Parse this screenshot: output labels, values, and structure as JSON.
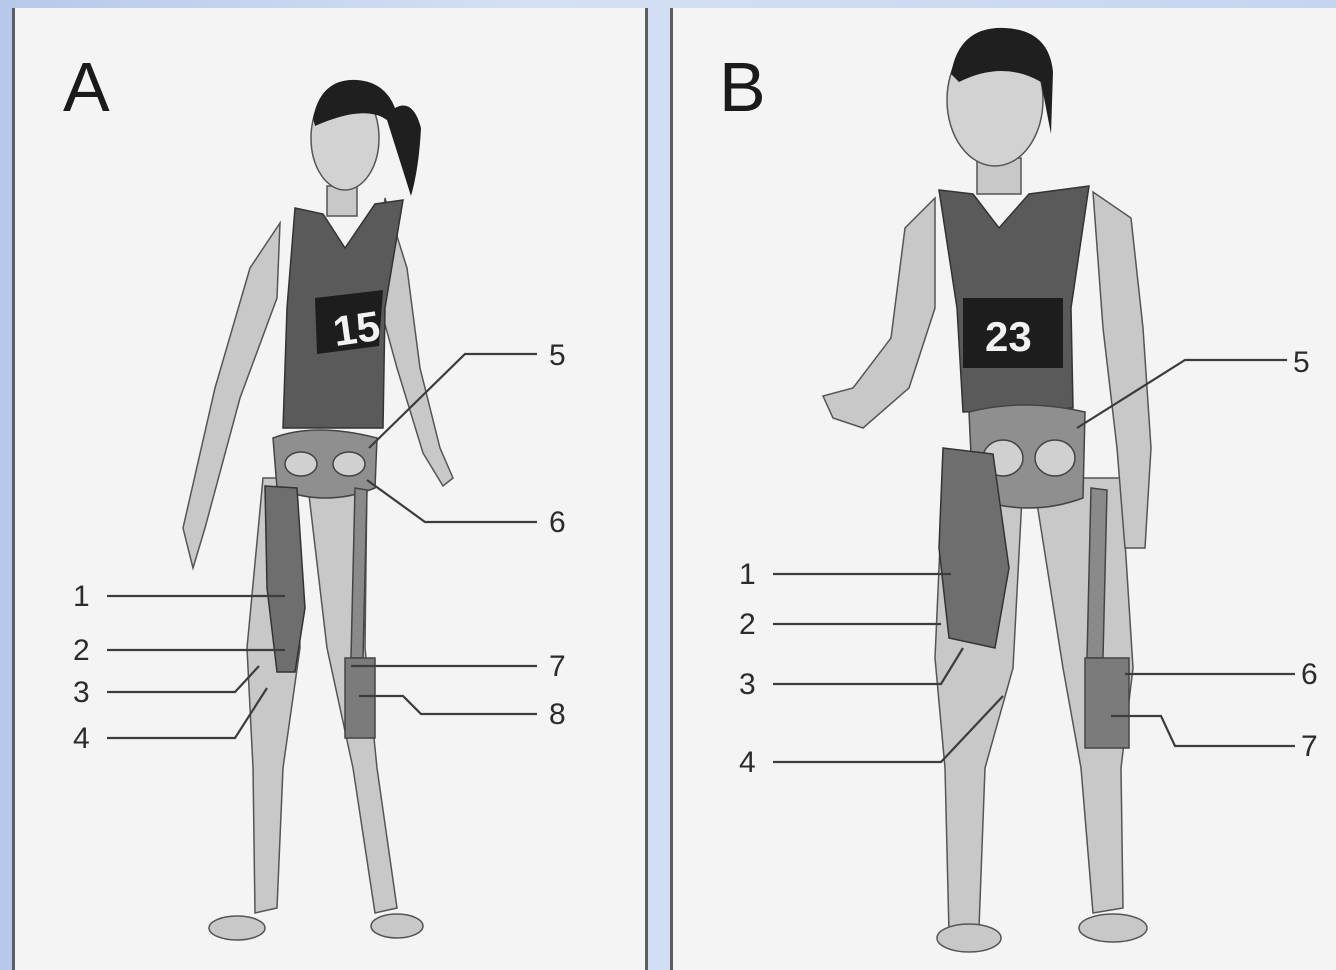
{
  "panels": [
    {
      "letter": "A",
      "bib_number": "15",
      "labels": [
        "1",
        "2",
        "3",
        "4",
        "5",
        "6",
        "7",
        "8"
      ]
    },
    {
      "letter": "B",
      "bib_number": "23",
      "labels": [
        "1",
        "2",
        "3",
        "4",
        "5",
        "6",
        "7"
      ]
    }
  ],
  "colors": {
    "skin": "#c8c8c8",
    "shirt": "#5a5a5a",
    "muscle": "#6e6e6e",
    "bone": "#9a9a9a",
    "hair": "#1f1f1f",
    "line": "#3c3c3c",
    "panel_bg": "#f4f4f4",
    "page_bg": "#c6d4f0"
  }
}
